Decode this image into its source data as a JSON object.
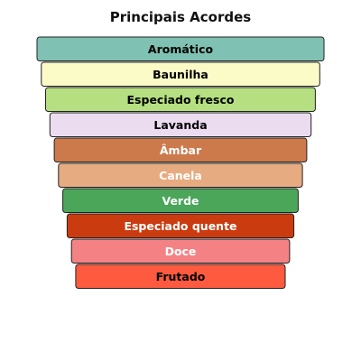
{
  "chart_data": {
    "type": "bar",
    "title": "Principais Acordes",
    "categories": [
      "Aromático",
      "Baunilha",
      "Especiado fresco",
      "Lavanda",
      "Âmbar",
      "Canela",
      "Verde",
      "Especiado quente",
      "Doce",
      "Frutado"
    ],
    "values": [
      100,
      97,
      94,
      91,
      88,
      85,
      82,
      79,
      76,
      73
    ],
    "colors": [
      "#7fc1b2",
      "#fbfbc8",
      "#b5df80",
      "#ecdcf0",
      "#cc7a4c",
      "#e6ab81",
      "#4ba65a",
      "#cb3b10",
      "#f48285",
      "#fd5a3f"
    ],
    "label_colors": [
      "#000000",
      "#000000",
      "#000000",
      "#000000",
      "#ffffff",
      "#ffffff",
      "#ffffff",
      "#ffffff",
      "#ffffff",
      "#000000"
    ],
    "xlabel": "",
    "ylabel": "",
    "grid": false,
    "legend": "none"
  }
}
